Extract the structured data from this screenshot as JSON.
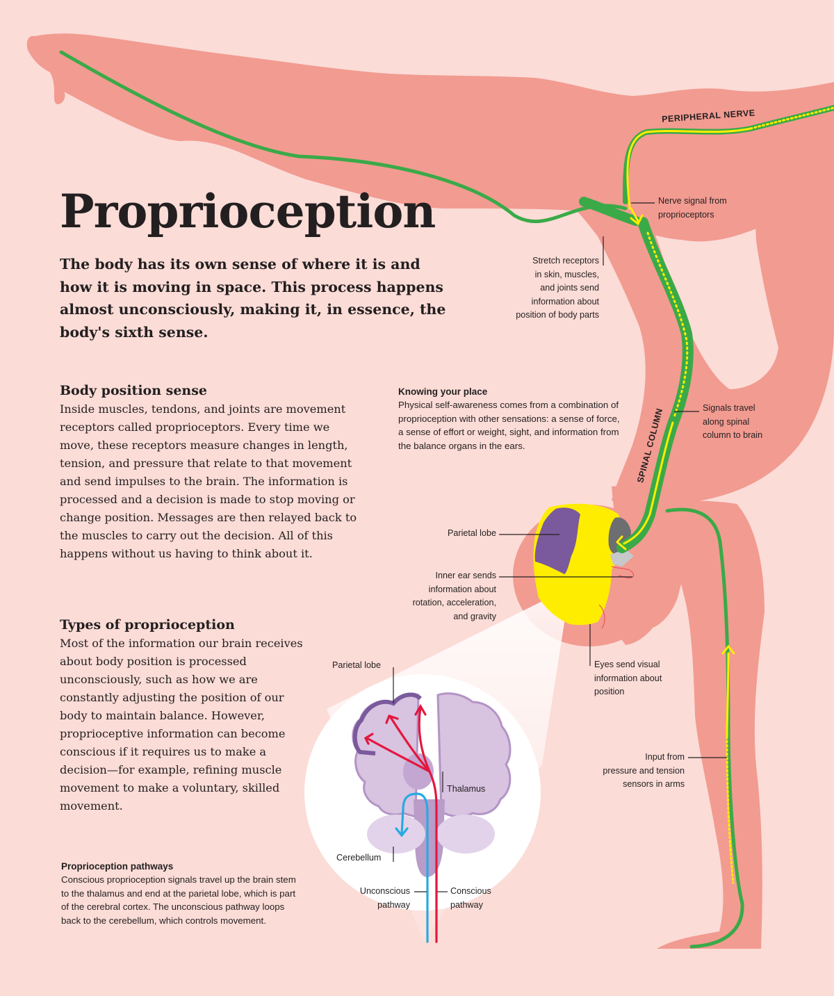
{
  "title": "Proprioception",
  "intro": "The body has its own sense of where it is and how it is moving in space. This process happens almost unconsciously, making it, in essence, the body's sixth sense.",
  "sections": {
    "body_position": {
      "heading": "Body position sense",
      "text": "Inside muscles, tendons, and joints are movement receptors called proprioceptors. Every time we move, these receptors measure changes in length, tension, and pressure that relate to that movement and send impulses to the brain. The information is processed and a decision is made to stop moving or change position. Messages are then relayed back to the muscles to carry out the decision. All of this happens without us having to think about it."
    },
    "types": {
      "heading": "Types of proprioception",
      "text": "Most of the information our brain receives about body position is processed unconsciously, such as how we are constantly adjusting the position of our body to maintain balance. However, proprioceptive information can become conscious if it requires us to make a decision—for example, refining muscle movement to make a voluntary, skilled movement."
    }
  },
  "captions": {
    "pathways": {
      "heading": "Proprioception pathways",
      "text": "Conscious proprioception signals travel up the brain stem to the thalamus and end at the parietal lobe, which is part of the cerebral cortex. The unconscious pathway loops back to the cerebellum, which controls movement."
    },
    "knowing": {
      "heading": "Knowing your place",
      "text": "Physical self-awareness comes from a combination of proprioception with other sensations: a sense of force, a sense of effort or weight, sight, and information from the balance organs in the ears."
    }
  },
  "body_labels": {
    "peripheral_nerve": "PERIPHERAL NERVE",
    "spinal_column": "SPINAL COLUMN",
    "nerve_signal": [
      "Nerve signal from",
      "proprioceptors"
    ],
    "stretch_receptors": [
      "Stretch receptors",
      "in skin, muscles,",
      "and joints send",
      "information about",
      "position of body parts"
    ],
    "signals_travel": [
      "Signals travel",
      "along spinal",
      "column to brain"
    ],
    "parietal_lobe": "Parietal lobe",
    "inner_ear": [
      "Inner ear sends",
      "information about",
      "rotation, acceleration,",
      "and gravity"
    ],
    "eyes": [
      "Eyes send visual",
      "information about",
      "position"
    ],
    "input_arms": [
      "Input from",
      "pressure and tension",
      "sensors in arms"
    ]
  },
  "brain_labels": {
    "parietal_lobe": "Parietal lobe",
    "thalamus": "Thalamus",
    "cerebellum": "Cerebellum",
    "unconscious": [
      "Unconscious",
      "pathway"
    ],
    "conscious": [
      "Conscious",
      "pathway"
    ]
  },
  "colors": {
    "background": "#fbdcd7",
    "body": "#f29b91",
    "nerve_green": "#3aaa48",
    "signal_yellow": "#ffed00",
    "parietal_purple": "#7a5a9c",
    "cerebellum_gray": "#6d6e70",
    "conscious_red": "#e3173e",
    "unconscious_blue": "#27aae1",
    "brain_lilac": "#d8c3e0"
  }
}
